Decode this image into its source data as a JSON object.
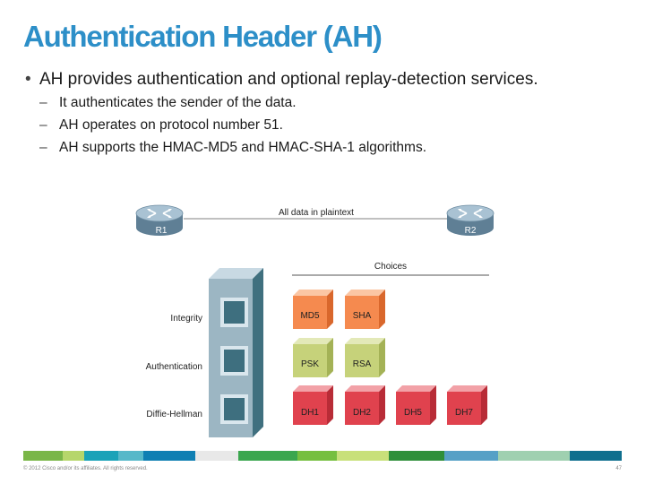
{
  "slide": {
    "title": "Authentication Header (AH)",
    "bullet": "AH provides authentication and optional replay-detection services.",
    "subbullets": [
      "It authenticates the sender of the data.",
      "AH operates on protocol number 51.",
      "AH supports the HMAC-MD5 and HMAC-SHA-1 algorithms."
    ],
    "bullet_glyph": "•",
    "dash_glyph": "–"
  },
  "diagram": {
    "router_left": "R1",
    "router_right": "R2",
    "link_label": "All data in plaintext",
    "choices_label": "Choices",
    "rows": [
      {
        "label": "Integrity",
        "options": [
          "MD5",
          "SHA"
        ],
        "color": "#f58a4f"
      },
      {
        "label": "Authentication",
        "options": [
          "PSK",
          "RSA"
        ],
        "color": "#c6d27a"
      },
      {
        "label": "Diffie-Hellman",
        "options": [
          "DH1",
          "DH2",
          "DH5",
          "DH7"
        ],
        "color": "#e0424e"
      }
    ],
    "router_icon": "router-icon",
    "tower_icon": "security-framework-tower"
  },
  "footer": {
    "copyright": "© 2012 Cisco and/or its affiliates. All rights reserved.",
    "page_number": "47",
    "bar_colors": [
      "#7ab648",
      "#b6d66b",
      "#1aa2b8",
      "#56b8c9",
      "#0f7fb3",
      "#e8e8e8",
      "#3aa64e",
      "#76bf3f",
      "#c8e07a",
      "#2e8f3a",
      "#56a0c6",
      "#9fd0b0",
      "#0f6f8e"
    ]
  }
}
